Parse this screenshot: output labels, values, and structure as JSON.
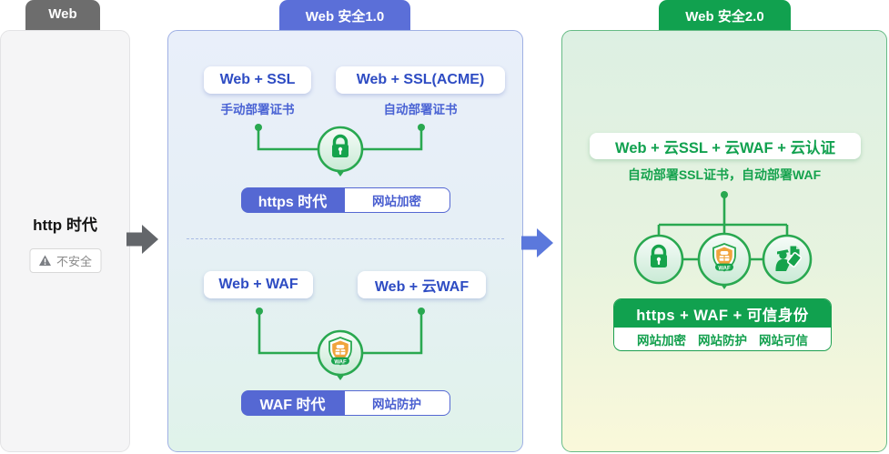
{
  "web_panel": {
    "tab": "Web",
    "title": "http 时代",
    "badge": "不安全"
  },
  "security1_panel": {
    "tab": "Web 安全1.0",
    "ssl_section": {
      "option1": "Web + SSL",
      "option1_note": "手动部署证书",
      "option2": "Web + SSL(ACME)",
      "option2_note": "自动部署证书",
      "era": "https 时代",
      "benefit": "网站加密"
    },
    "waf_section": {
      "option1": "Web + WAF",
      "option2": "Web + 云WAF",
      "era": "WAF 时代",
      "benefit": "网站防护",
      "waf_badge": "WAF"
    }
  },
  "security2_panel": {
    "tab": "Web 安全2.0",
    "formula": "Web + 云SSL + 云WAF + 云认证",
    "note": "自动部署SSL证书，自动部署WAF",
    "era": "https + WAF + 可信身份",
    "benefits": [
      "网站加密",
      "网站防护",
      "网站可信"
    ],
    "waf_badge": "WAF"
  },
  "colors": {
    "gray_tab": "#6d6d6d",
    "blue_accent": "#5b6fd8",
    "green_accent": "#11a14f",
    "line_green": "#29a850",
    "icon_green": "#16a34c",
    "waf_orange": "#f0a43c",
    "dark_blue_text": "#2e4cc3"
  }
}
